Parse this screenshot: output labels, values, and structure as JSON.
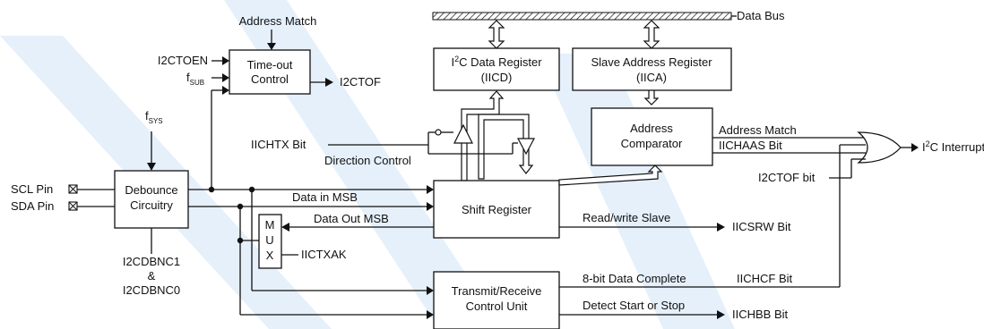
{
  "watermark_color": "#cfe3f7",
  "blocks": {
    "timeout": [
      "Time-out",
      "Control"
    ],
    "iicd": [
      "I²C Data Register",
      "(IICD)"
    ],
    "iica": [
      "Slave Address Register",
      "(IICA)"
    ],
    "comparator": [
      "Address",
      "Comparator"
    ],
    "debounce": [
      "Debounce",
      "Circuitry"
    ],
    "shift": "Shift Register",
    "txrx": [
      "Transmit/Receive",
      "Control Unit"
    ],
    "mux": [
      "M",
      "U",
      "X"
    ]
  },
  "signals": {
    "address_match_top": "Address Match",
    "i2ctoen": "I2CTOEN",
    "fsub": "f",
    "fsub_sub": "SUB",
    "i2ctof": "I2CTOF",
    "fsys": "f",
    "fsys_sub": "SYS",
    "scl_pin": "SCL Pin",
    "sda_pin": "SDA Pin",
    "i2cdbnc1": "I2CDBNC1",
    "amp": "&",
    "i2cdbnc0": "I2CDBNC0",
    "data_bus": "Data Bus",
    "iichtx": "IICHTX Bit",
    "direction_control": "Direction Control",
    "data_in": "Data in MSB",
    "data_out": "Data Out  MSB",
    "iictxak": "IICTXAK",
    "rw_slave": "Read/write Slave",
    "iicsrw": "IICSRW Bit",
    "address_match_right": "Address Match",
    "iichaas": "IICHAAS Bit",
    "i2ctof_bit": "I2CTOF bit",
    "i2c_interrupt": "I²C Interrupt",
    "data_complete": "8-bit Data Complete",
    "iichcf": "IICHCF Bit",
    "detect": "Detect Start or Stop",
    "iichbb": "IICHBB Bit"
  }
}
